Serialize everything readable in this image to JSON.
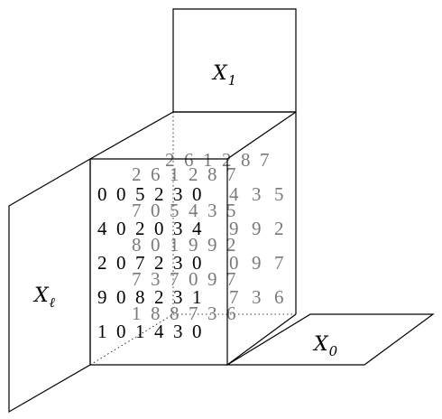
{
  "labels": {
    "top": {
      "main": "X",
      "sub": "1"
    },
    "left": {
      "main": "X",
      "sub": "ℓ"
    },
    "bottom": {
      "main": "X",
      "sub": "0"
    }
  },
  "cube": {
    "front": [
      [
        "0",
        "0",
        "5",
        "2",
        "3",
        "0"
      ],
      [
        "4",
        "0",
        "2",
        "0",
        "3",
        "4"
      ],
      [
        "2",
        "0",
        "7",
        "2",
        "3",
        "0"
      ],
      [
        "9",
        "0",
        "8",
        "2",
        "3",
        "1"
      ],
      [
        "1",
        "0",
        "1",
        "4",
        "3",
        "0"
      ]
    ],
    "top_rows": [
      [
        "2",
        "6",
        "1",
        "2",
        "8",
        "7"
      ],
      [
        "2",
        "6",
        "1",
        "2",
        "8",
        "7"
      ]
    ],
    "right_side": [
      [
        "4",
        "3",
        "5"
      ],
      [
        "9",
        "9",
        "2"
      ],
      [
        "0",
        "9",
        "7"
      ],
      [
        "7",
        "3",
        "6"
      ]
    ],
    "inner_rows": [
      [
        "7",
        "0",
        "5",
        "4",
        "3",
        "5"
      ],
      [
        "8",
        "0",
        "1",
        "9",
        "9",
        "2"
      ],
      [
        "7",
        "3",
        "7",
        "0",
        "9",
        "7"
      ],
      [
        "1",
        "8",
        "8",
        "7",
        "3",
        "6"
      ]
    ]
  },
  "colors": {
    "front_digits": "#000000",
    "back_digits": "#7a7a7a"
  }
}
